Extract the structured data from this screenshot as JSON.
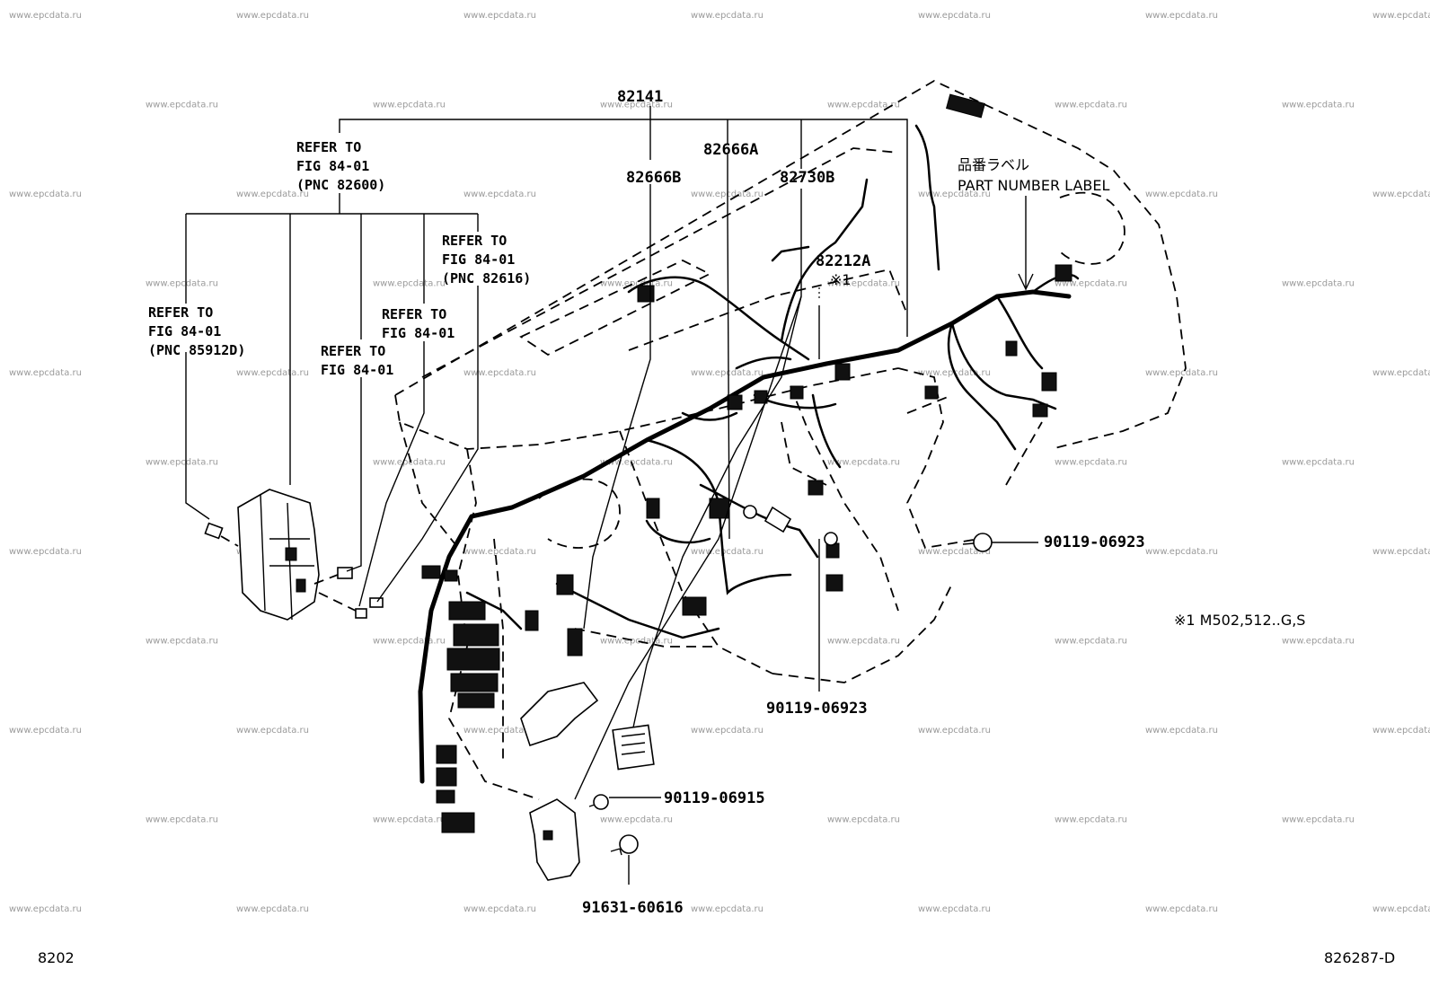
{
  "watermark": "www.epcdata.ru",
  "labels": {
    "main_harness": "82141",
    "sub_a": "82666A",
    "sub_b": "82666B",
    "sub_c": "82730B",
    "sub_d": "82212A",
    "sub_d_note": "※1",
    "bolt_right": "90119-06923",
    "bolt_center": "90119-06923",
    "bolt_lower": "90119-06915",
    "bolt_bottom": "91631-60616",
    "footnote": "※1  M502,512..G,S",
    "figure_left": "8202",
    "figure_right": "826287-D"
  },
  "part_number_label": {
    "jp": "品番ラベル",
    "en": "PART NUMBER LABEL"
  },
  "refer_notes": {
    "refer_82600": {
      "l1": "REFER TO",
      "l2": "FIG 84-01",
      "l3": "(PNC 82600)"
    },
    "refer_82616": {
      "l1": "REFER TO",
      "l2": "FIG 84-01",
      "l3": "(PNC 82616)"
    },
    "refer_85912d": {
      "l1": "REFER TO",
      "l2": "FIG 84-01",
      "l3": "(PNC 85912D)"
    },
    "refer_a": {
      "l1": "REFER TO",
      "l2": "FIG 84-01"
    },
    "refer_b": {
      "l1": "REFER TO",
      "l2": "FIG 84-01"
    }
  }
}
